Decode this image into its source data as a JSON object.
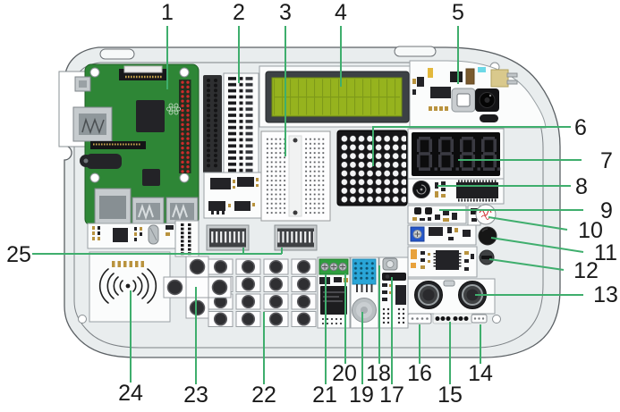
{
  "figure": {
    "callouts": {
      "1": "1",
      "2": "2",
      "3": "3",
      "4": "4",
      "5": "5",
      "6": "6",
      "7": "7",
      "8": "8",
      "9": "9",
      "10": "10",
      "11": "11",
      "12": "12",
      "13": "13",
      "14": "14",
      "15": "15",
      "16": "16",
      "17": "17",
      "18": "18",
      "19": "19",
      "20": "20",
      "21": "21",
      "22": "22",
      "23": "23",
      "24": "24",
      "25": "25"
    }
  },
  "colors": {
    "callout_line": "#3fae6d",
    "board_fill": "#e9edee",
    "pi_pcb": "#2e8636",
    "lcd_screen": "#96b31e",
    "led_matrix": "#161618",
    "dht11_body": "#2aa6d8",
    "relay_terminal": "#2f9e3f",
    "trimpot_blue": "#2456c9",
    "gpio_pin_red": "#cf2b2b"
  }
}
